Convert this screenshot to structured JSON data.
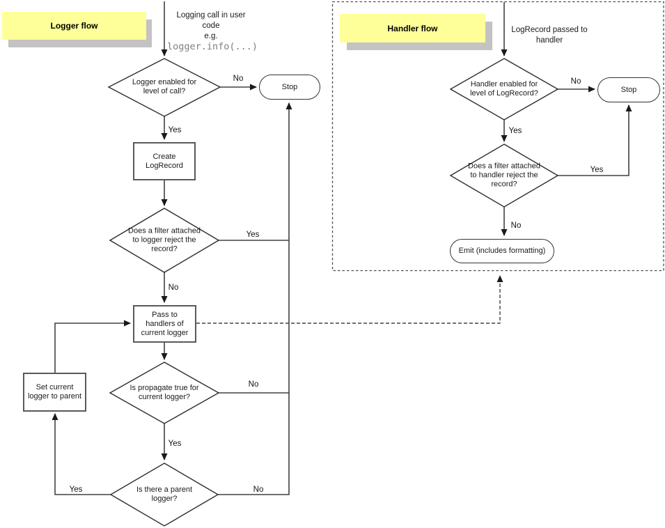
{
  "colors": {
    "sticky-fill": "#ffff99",
    "sticky-shadow": "#c3c3c3",
    "line": "#404040",
    "shape-border": "#2b2b2b",
    "code-text": "#7f7f7f",
    "text": "#1a1a1a"
  },
  "logger_flow": {
    "sticky_label": "Logger flow",
    "start_annotation": {
      "text": "Logging call in user code",
      "eg": "e.g.",
      "code": "logger.info(...)"
    },
    "nodes": {
      "enabled_check": "Logger enabled for level of call?",
      "stop": "Stop",
      "create": "Create LogRecord",
      "filter_check": "Does a filter attached to logger reject the record?",
      "pass_handlers": "Pass to handlers of current logger",
      "propagate_check": "Is propagate true for current logger?",
      "set_parent": "Set current logger to parent",
      "parent_check": "Is there a parent logger?"
    },
    "edge_labels": {
      "enabled_no": "No",
      "enabled_yes": "Yes",
      "filter_yes": "Yes",
      "filter_no": "No",
      "propagate_no": "No",
      "propagate_yes": "Yes",
      "parent_yes": "Yes",
      "parent_no": "No"
    }
  },
  "handler_flow": {
    "sticky_label": "Handler flow",
    "start_annotation": "LogRecord passed to handler",
    "nodes": {
      "enabled_check": "Handler enabled for level of LogRecord?",
      "stop": "Stop",
      "filter_check": "Does a filter attached to handler reject the record?",
      "emit": "Emit (includes formatting)"
    },
    "edge_labels": {
      "enabled_no": "No",
      "enabled_yes": "Yes",
      "filter_yes": "Yes",
      "filter_no": "No"
    }
  }
}
